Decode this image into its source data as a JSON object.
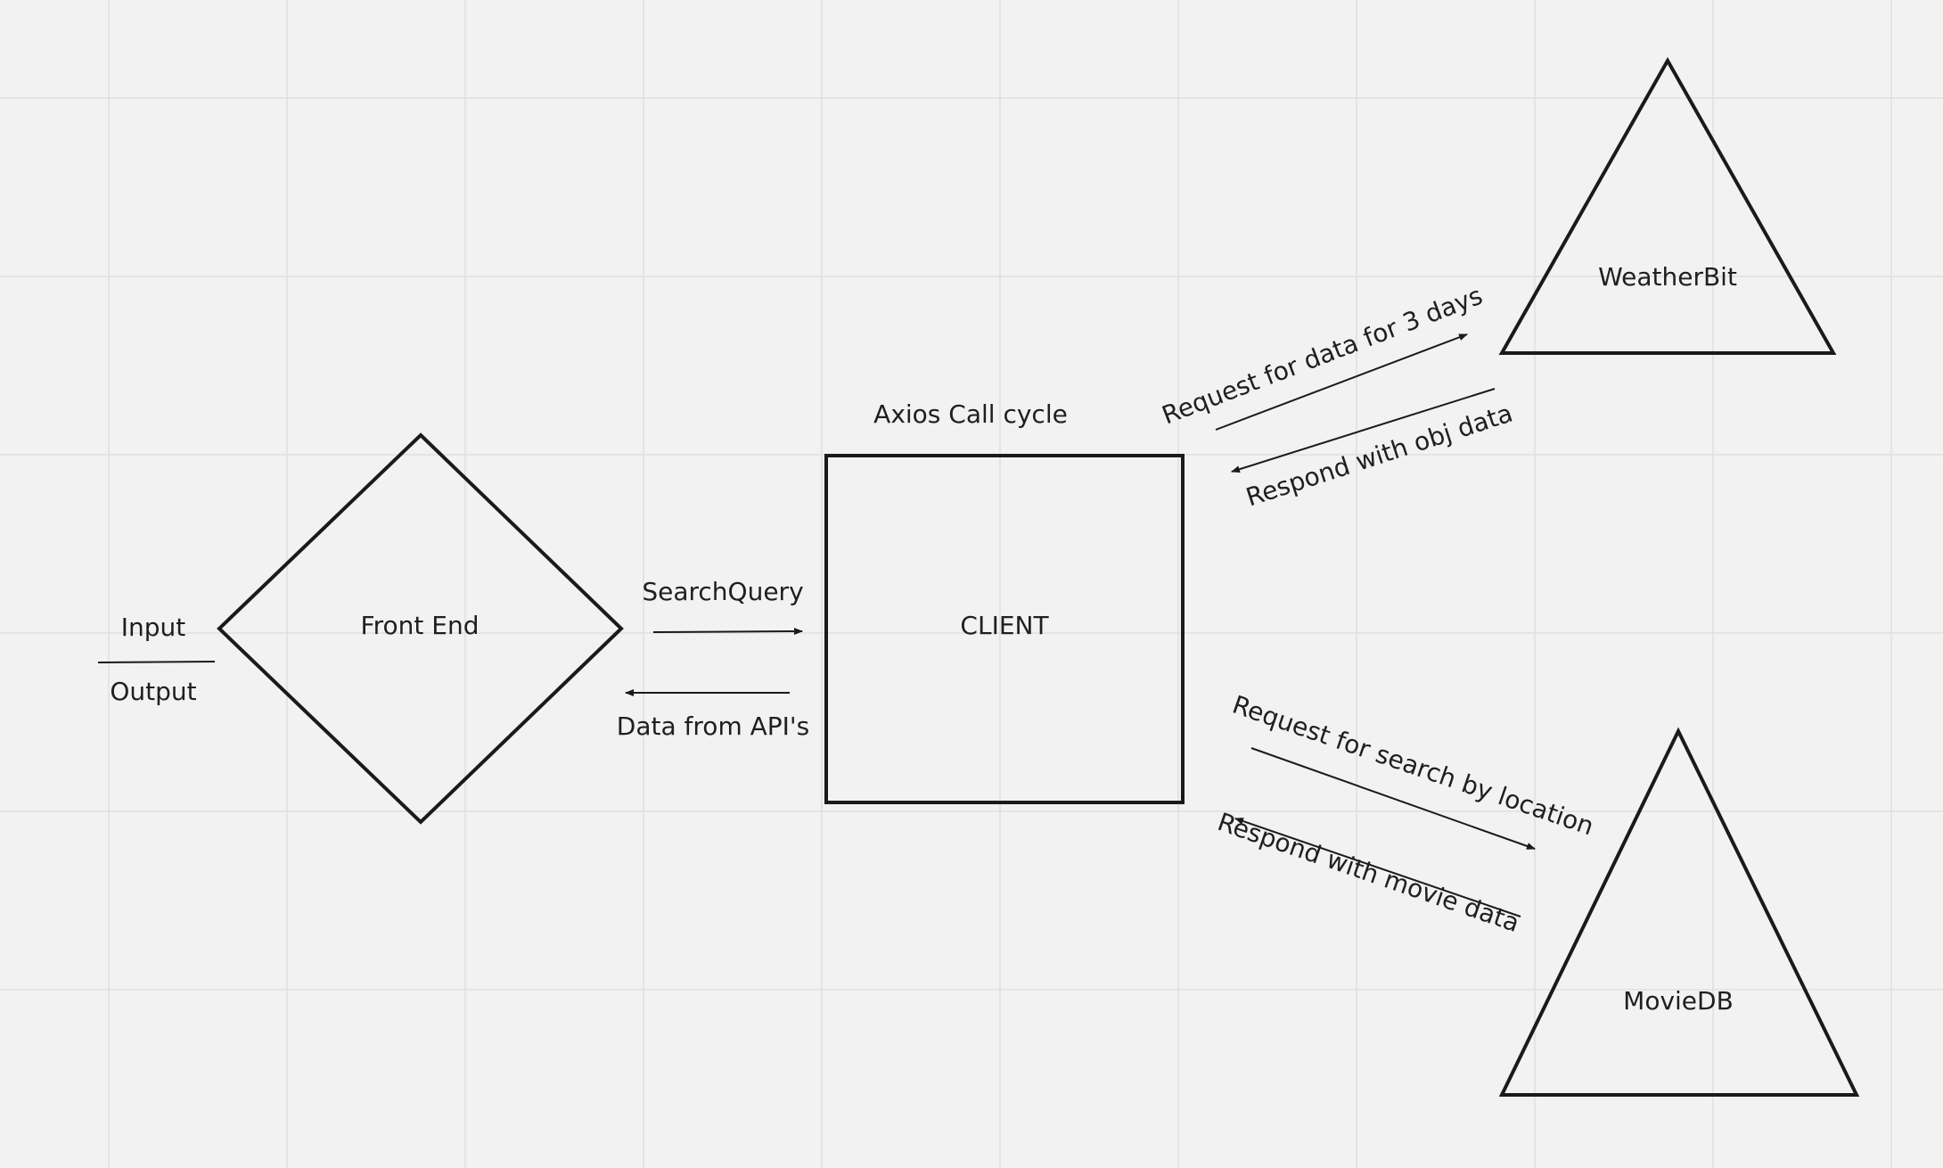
{
  "canvas": {
    "background": "#f2f2f2",
    "grid_color": "#e0e0e0",
    "stroke_color": "#1a1a1a"
  },
  "nodes": {
    "front_end": "Front End",
    "client": "CLIENT",
    "weatherbit": "WeatherBit",
    "moviedb": "MovieDB"
  },
  "labels": {
    "input": "Input",
    "output": "Output",
    "search_query": "SearchQuery",
    "data_from_apis": "Data from API's",
    "axios_call_cycle": "Axios Call cycle",
    "request_weather": "Request for data for 3 days",
    "respond_weather": "Respond with obj data",
    "request_movie": "Request for search by location",
    "respond_movie": "Respond with movie data"
  }
}
